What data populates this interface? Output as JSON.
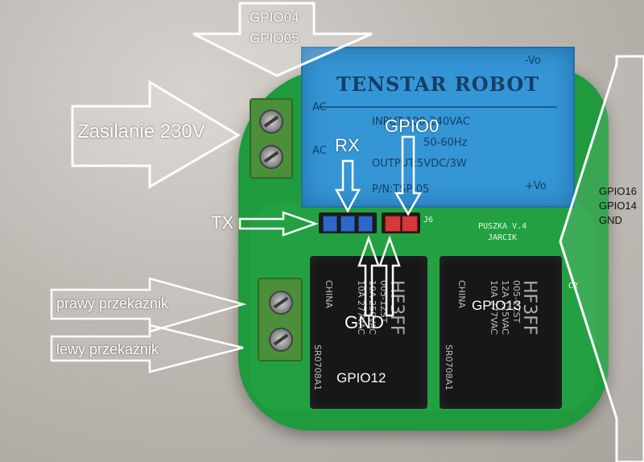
{
  "psu": {
    "brand": "TENSTAR ROBOT",
    "ac_top": "AC",
    "ac_bottom": "AC",
    "input": "INPUT:100-240VAC",
    "freq": "50-60Hz",
    "output": "OUTPUT:5VDC/3W",
    "part": "P/N:TSP-05",
    "vminus": "-Vo",
    "vplus": "+Vo"
  },
  "board": {
    "silk_name": "PUSZKA V.4",
    "silk_author": "JARCIK",
    "silk_j6": "J6",
    "silk_c2": "C2"
  },
  "relays": {
    "brand": "HF3FF",
    "left_lines": [
      "005-1ZST",
      "10A 250VAC",
      "10A 277VAC",
      "CHINA",
      "SR0708A1"
    ],
    "right_lines": [
      "005-1ZST",
      "12A 125VAC",
      "10A 277VAC",
      "CHINA",
      "SR0708A1"
    ]
  },
  "annotations": {
    "gpio_top_1": "GPIO04",
    "gpio_top_2": "GPIO05",
    "zasilanie": "Zasilanie 230V",
    "rx": "RX",
    "gpio0": "GPIO0",
    "tx": "TX",
    "gnd": "GND",
    "gpio12": "GPIO12",
    "gpio13": "GPIO13",
    "prawy": "prawy przekaźnik",
    "lewy": "lewy przekaźnik",
    "right_1": "GPIO16",
    "right_2": "GPIO14",
    "right_3": "GND"
  },
  "colors": {
    "pcb": "#1f9a3c",
    "psu": "#3596d6",
    "arrow_outline": "#ffffff",
    "pin_blue": "#2f67c9",
    "pin_red": "#d23a3a"
  }
}
